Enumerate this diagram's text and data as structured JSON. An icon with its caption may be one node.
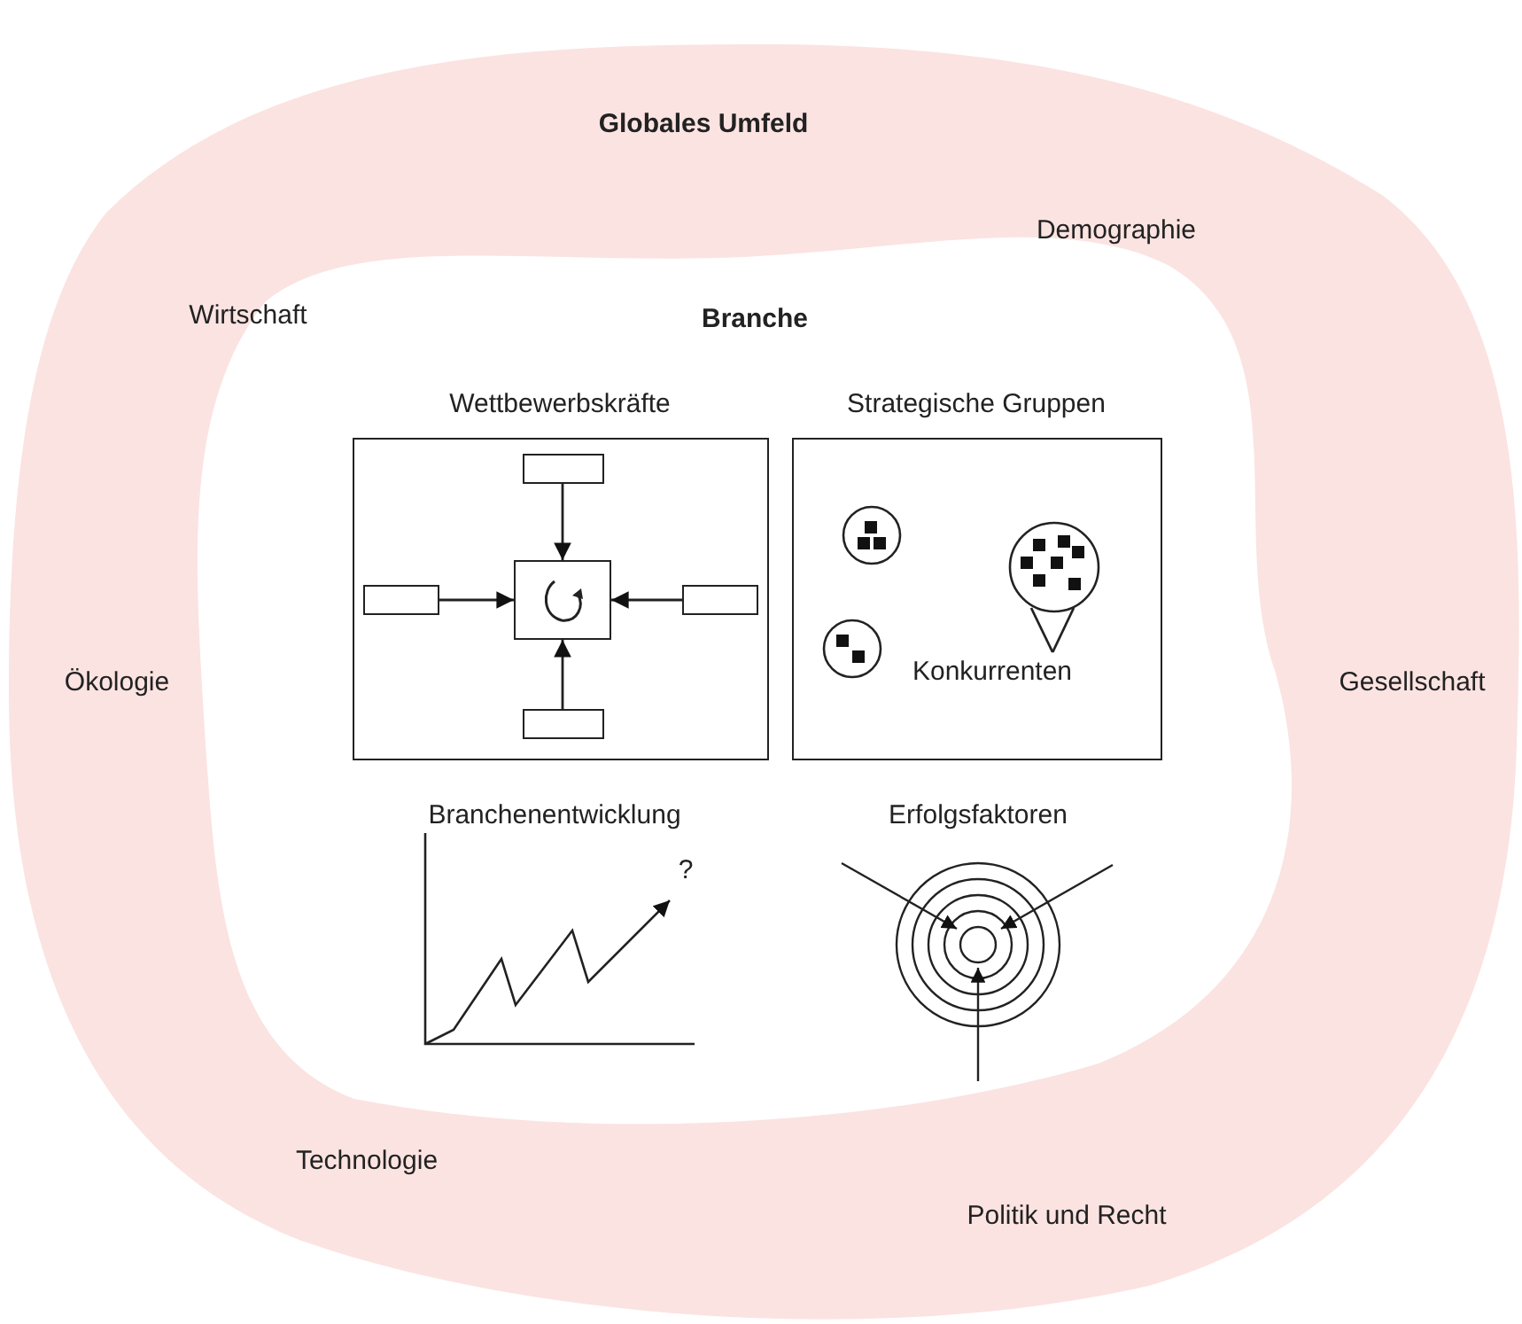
{
  "diagram": {
    "nodes": [
      {
        "text": [
          "Globales Umfeld"
        ]
      },
      {
        "text": [
          "Branche"
        ],
        "in": 0
      },
      {
        "text": [
          "Wettbewerbskräfte"
        ],
        "in": 1
      },
      {
        "text": [
          "Strategische Gruppen"
        ],
        "in": 1
      },
      {
        "text": [],
        "shape": "box",
        "in": 2
      },
      {
        "text": [],
        "shape": "box",
        "in": 2
      },
      {
        "text": [],
        "shape": "box",
        "in": 2
      },
      {
        "text": [],
        "shape": "box",
        "in": 2
      },
      {
        "text": [],
        "shape": "box",
        "in": 2
      },
      {
        "text": [
          "Konkurrenten"
        ],
        "in": 3
      }
    ],
    "edges": [
      {
        "from": 4,
        "to": 6,
        "arrow": "to"
      },
      {
        "from": 5,
        "to": 6,
        "arrow": "to"
      },
      {
        "from": 7,
        "to": 6,
        "arrow": "to"
      },
      {
        "from": 8,
        "to": 6,
        "arrow": "to"
      },
      {
        "from": 9,
        "to": null,
        "arrow": "none"
      },
      {
        "from": 9,
        "to": null,
        "arrow": "none"
      }
    ],
    "labels": [
      "Demographie",
      "Wirtschaft",
      "Ökologie",
      "Gesellschaft",
      "Branchenentwicklung",
      "Erfolgsfaktoren",
      "?",
      "Technologie",
      "Politik und Recht"
    ]
  }
}
